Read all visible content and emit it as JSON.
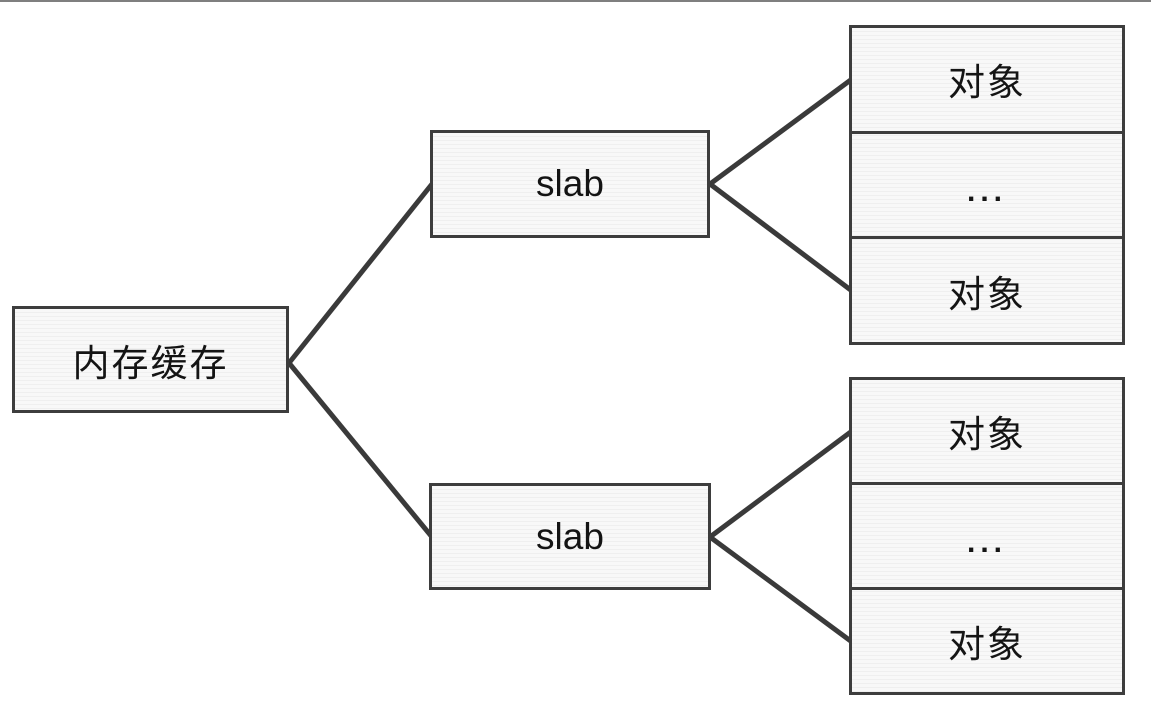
{
  "diagram": {
    "root": {
      "label": "内存缓存"
    },
    "slabs": [
      {
        "label": "slab",
        "objects": [
          "对象",
          "...",
          "对象"
        ]
      },
      {
        "label": "slab",
        "objects": [
          "对象",
          "...",
          "对象"
        ]
      }
    ]
  },
  "colors": {
    "box_border": "#3d3d3d",
    "box_fill": "#f6f6f6",
    "connector": "#3a3a3a",
    "shadow": "#dcdcdc",
    "top_rule": "#7f7f7f",
    "text": "#141414"
  }
}
